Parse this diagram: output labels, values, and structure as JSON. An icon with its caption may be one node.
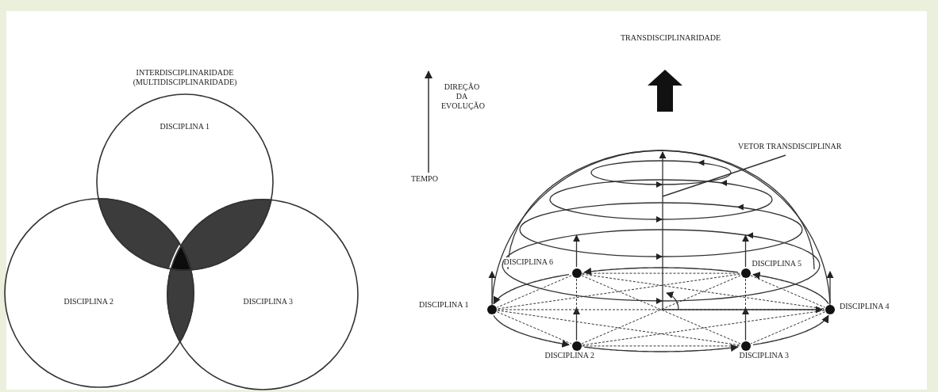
{
  "diagram": {
    "nodes": [
      {
        "text": [
          "DISCIPLINA 1"
        ]
      },
      {
        "text": [
          "DISCIPLINA 2"
        ]
      },
      {
        "text": [
          "DISCIPLINA 3"
        ]
      },
      {
        "text": [
          "VETOR TRANSDISCIPLINAR"
        ]
      },
      {
        "text": [],
        "shape": "circle",
        "beside": [
          "DISCIPLINA 6"
        ]
      },
      {
        "text": [],
        "shape": "circle",
        "beside": [
          "DISCIPLINA 5"
        ]
      },
      {
        "text": [],
        "shape": "circle",
        "beside": [
          "DISCIPLINA 1"
        ]
      },
      {
        "text": [],
        "shape": "circle",
        "beside": [
          "DISCIPLINA 4"
        ]
      },
      {
        "text": [],
        "shape": "circle",
        "beside": [
          "DISCIPLINA 2"
        ]
      },
      {
        "text": [],
        "shape": "circle",
        "beside": [
          "DISCIPLINA 3"
        ]
      }
    ],
    "edges": [
      {
        "from": 3,
        "to": null,
        "arrow": "none"
      },
      {
        "from": 6,
        "to": 8,
        "arrow": "to"
      },
      {
        "from": 8,
        "to": 9,
        "arrow": "to"
      },
      {
        "from": 9,
        "to": 7,
        "arrow": "to"
      },
      {
        "from": 7,
        "to": 5,
        "arrow": "to"
      },
      {
        "from": 5,
        "to": 4,
        "arrow": "to"
      },
      {
        "from": 4,
        "to": 6,
        "arrow": "to"
      },
      {
        "from": 4,
        "to": 5,
        "arrow": "none",
        "style": "dashed"
      },
      {
        "from": 4,
        "to": 6,
        "arrow": "none",
        "style": "dashed"
      },
      {
        "from": 4,
        "to": 7,
        "arrow": "none",
        "style": "dashed"
      },
      {
        "from": 4,
        "to": 8,
        "arrow": "none",
        "style": "dashed"
      },
      {
        "from": 4,
        "to": 9,
        "arrow": "none",
        "style": "dashed"
      },
      {
        "from": 5,
        "to": 6,
        "arrow": "none",
        "style": "dashed"
      },
      {
        "from": 5,
        "to": 7,
        "arrow": "none",
        "style": "dashed"
      },
      {
        "from": 5,
        "to": 8,
        "arrow": "none",
        "style": "dashed"
      },
      {
        "from": 5,
        "to": 9,
        "arrow": "none",
        "style": "dashed"
      },
      {
        "from": 6,
        "to": 7,
        "arrow": "none",
        "style": "dashed"
      },
      {
        "from": 6,
        "to": 8,
        "arrow": "none",
        "style": "dashed"
      },
      {
        "from": 6,
        "to": 9,
        "arrow": "none",
        "style": "dashed"
      },
      {
        "from": 7,
        "to": 8,
        "arrow": "none",
        "style": "dashed"
      },
      {
        "from": 7,
        "to": 9,
        "arrow": "none",
        "style": "dashed"
      },
      {
        "from": 8,
        "to": 9,
        "arrow": "none",
        "style": "dashed"
      }
    ],
    "labels": [
      "INTERDISCIPLINARIDADE (MULTIDISCIPLINARIDADE)",
      "TRANSDISCIPLINARIDADE",
      "DIREÇÃO DA EVOLUÇÃO",
      "TEMPO"
    ]
  }
}
